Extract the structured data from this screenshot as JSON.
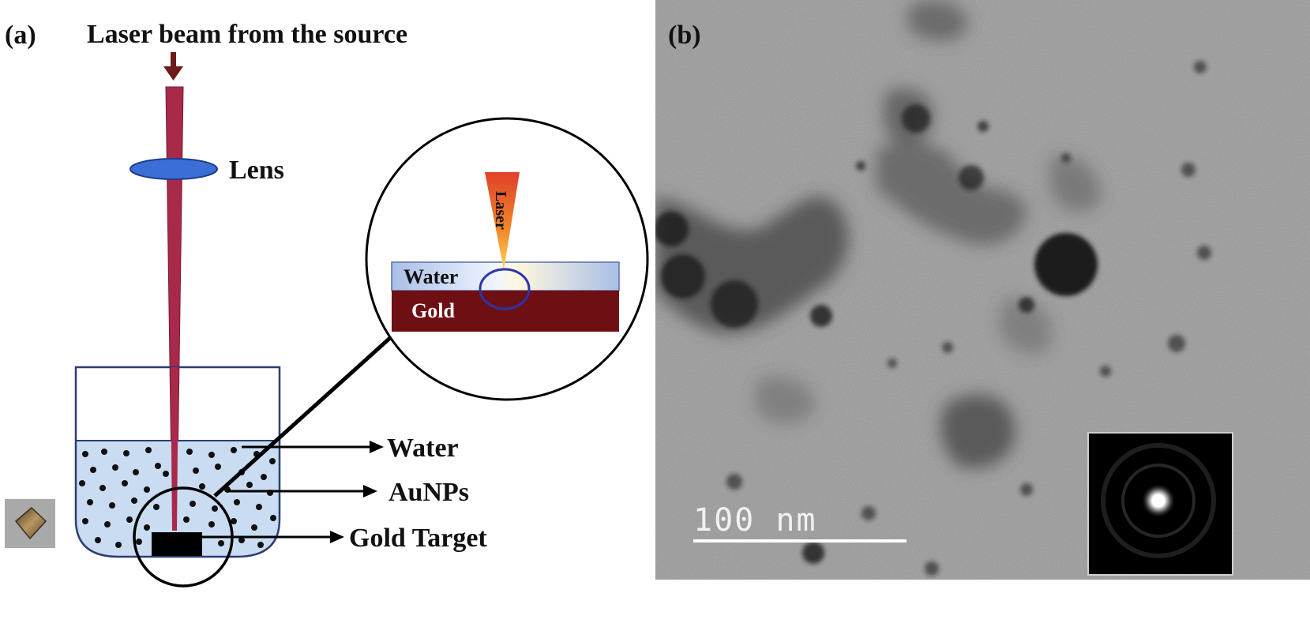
{
  "panel_a": {
    "label": "(a)",
    "title": "Laser beam from the source",
    "lens_label": "Lens",
    "inset": {
      "laser_label": "Laser",
      "water_label": "Water",
      "gold_label": "Gold"
    },
    "arrows": {
      "water": "Water",
      "aunps": "AuNPs",
      "gold_target": "Gold Target"
    }
  },
  "panel_b": {
    "label": "(b)",
    "scale_bar": "100 nm"
  },
  "colors": {
    "beam": "#a8294a",
    "lens": "#3b6fd6",
    "water": "#c9dcf2",
    "gold_block": "#6e0f14",
    "outline": "#2c3e72",
    "tem_bg": "#a9a9a9",
    "tem_dark": "#1c1c1c"
  },
  "icons": {
    "down_arrow": "down-arrow-icon",
    "gold_foil": "gold-foil-thumbnail"
  }
}
